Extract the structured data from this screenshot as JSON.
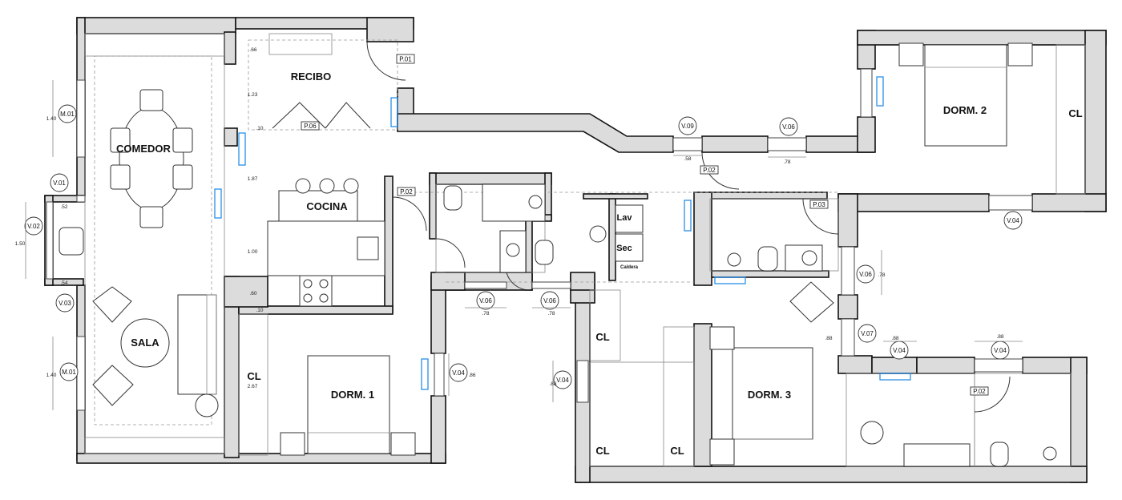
{
  "rooms": {
    "recibo": "RECIBO",
    "comedor": "COMEDOR",
    "cocina": "COCINA",
    "sala": "SALA",
    "dorm1": "DORM. 1",
    "dorm2": "DORM. 2",
    "dorm3": "DORM. 3",
    "cl": "CL"
  },
  "appliances": {
    "lav": "Lav",
    "sec": "Sec",
    "caldera": "Caldera"
  },
  "tags": {
    "p01": "P.01",
    "p02": "P.02",
    "p03": "P.03",
    "p06": "P.06",
    "v01": "V.01",
    "v02": "V.02",
    "v03": "V.03",
    "v04": "V.04",
    "v06": "V.06",
    "v07": "V.07",
    "v09": "V.09",
    "m01": "M.01"
  },
  "dimensions": {
    "d066": ".66",
    "d123": "1.23",
    "d187": "1.87",
    "d100": "1.00",
    "d060": ".60",
    "d010": ".10",
    "d140": "1.40",
    "d150": "1.50",
    "d052": ".52",
    "d054": ".54",
    "d267": "2.67",
    "d086": ".86",
    "d078": ".78",
    "d058": ".58",
    "d088": ".88"
  }
}
